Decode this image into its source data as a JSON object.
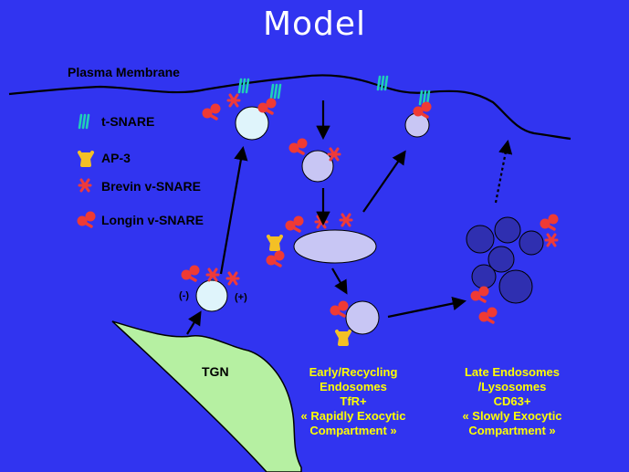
{
  "title": "Model",
  "membrane_label": "Plasma Membrane",
  "legend": {
    "tsnare": "t-SNARE",
    "ap3": "AP-3",
    "brevin": "Brevin v-SNARE",
    "longin": "Longin v-SNARE"
  },
  "tgn_label": "TGN",
  "signs": {
    "minus": "(-)",
    "plus": "(+)"
  },
  "captions": {
    "early": [
      "Early/Recycling",
      "Endosomes",
      "TfR+",
      "« Rapidly Exocytic",
      "Compartment »"
    ],
    "late": [
      "Late Endosomes",
      "/Lysosomes",
      "CD63+",
      "« Slowly Exocytic",
      "Compartment »"
    ]
  },
  "colors": {
    "background": "#3134f0",
    "tgn_fill": "#b6f0a2",
    "vesicle_fill": "#dff4fb",
    "early_vesicle_fill": "#c8c6f4",
    "lysosome_fill": "#2f2fb0",
    "tsnare": "#1fcfb9",
    "ap3": "#f4c025",
    "brevin": "#ee3a3a",
    "longin": "#ef3a34",
    "caption_text": "#ffff00",
    "title_text": "#ffffff"
  }
}
